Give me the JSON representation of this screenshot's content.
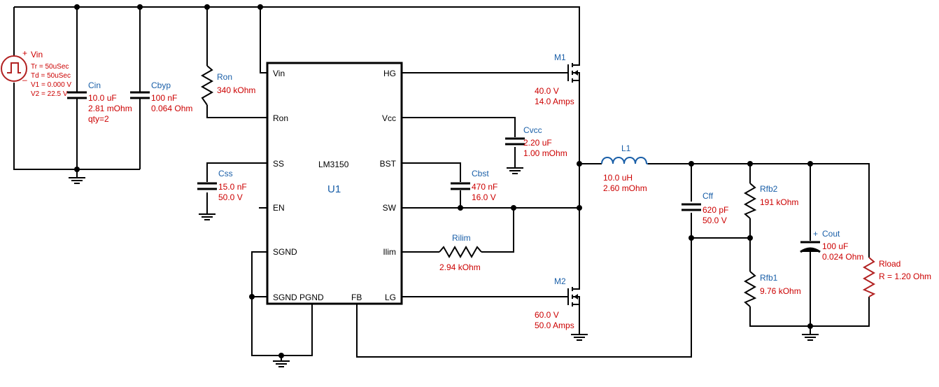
{
  "source": {
    "name": "Vin",
    "plus": "+",
    "minus": "–",
    "params": [
      "Tr = 50uSec",
      "Td = 50uSec",
      "V1 = 0.000 V",
      "V2 = 22.5 V"
    ]
  },
  "components": {
    "cin": {
      "name": "Cin",
      "lines": [
        "10.0 uF",
        "2.81 mOhm",
        "qty=2"
      ]
    },
    "cbyp": {
      "name": "Cbyp",
      "lines": [
        "100 nF",
        "0.064 Ohm"
      ]
    },
    "ron": {
      "name": "Ron",
      "lines": [
        "340 kOhm"
      ]
    },
    "css": {
      "name": "Css",
      "lines": [
        "15.0 nF",
        "50.0 V"
      ]
    },
    "cvcc": {
      "name": "Cvcc",
      "lines": [
        "2.20 uF",
        "1.00 mOhm"
      ]
    },
    "cbst": {
      "name": "Cbst",
      "lines": [
        "470 nF",
        "16.0 V"
      ]
    },
    "rilim": {
      "name": "Rilim",
      "lines": [
        "2.94 kOhm"
      ]
    },
    "m1": {
      "name": "M1",
      "lines": [
        "40.0 V",
        "14.0 Amps"
      ]
    },
    "m2": {
      "name": "M2",
      "lines": [
        "60.0 V",
        "50.0 Amps"
      ]
    },
    "l1": {
      "name": "L1",
      "lines": [
        "10.0 uH",
        "2.60 mOhm"
      ]
    },
    "cff": {
      "name": "Cff",
      "lines": [
        "620 pF",
        "50.0 V"
      ]
    },
    "rfb2": {
      "name": "Rfb2",
      "lines": [
        "191 kOhm"
      ]
    },
    "rfb1": {
      "name": "Rfb1",
      "lines": [
        "9.76 kOhm"
      ]
    },
    "cout": {
      "name": "Cout",
      "plus": "+",
      "lines": [
        "100 uF",
        "0.024 Ohm"
      ]
    },
    "rload": {
      "name": "Rload",
      "lines": [
        "R = 1.20 Ohm"
      ]
    }
  },
  "ic": {
    "part": "LM3150",
    "ref": "U1",
    "pins_left": [
      "Vin",
      "Ron",
      "SS",
      "EN",
      "SGND",
      "SGND"
    ],
    "pins_right": [
      "HG",
      "Vcc",
      "BST",
      "SW",
      "Ilim",
      "LG"
    ],
    "pins_bottom": [
      "PGND",
      "FB"
    ]
  }
}
